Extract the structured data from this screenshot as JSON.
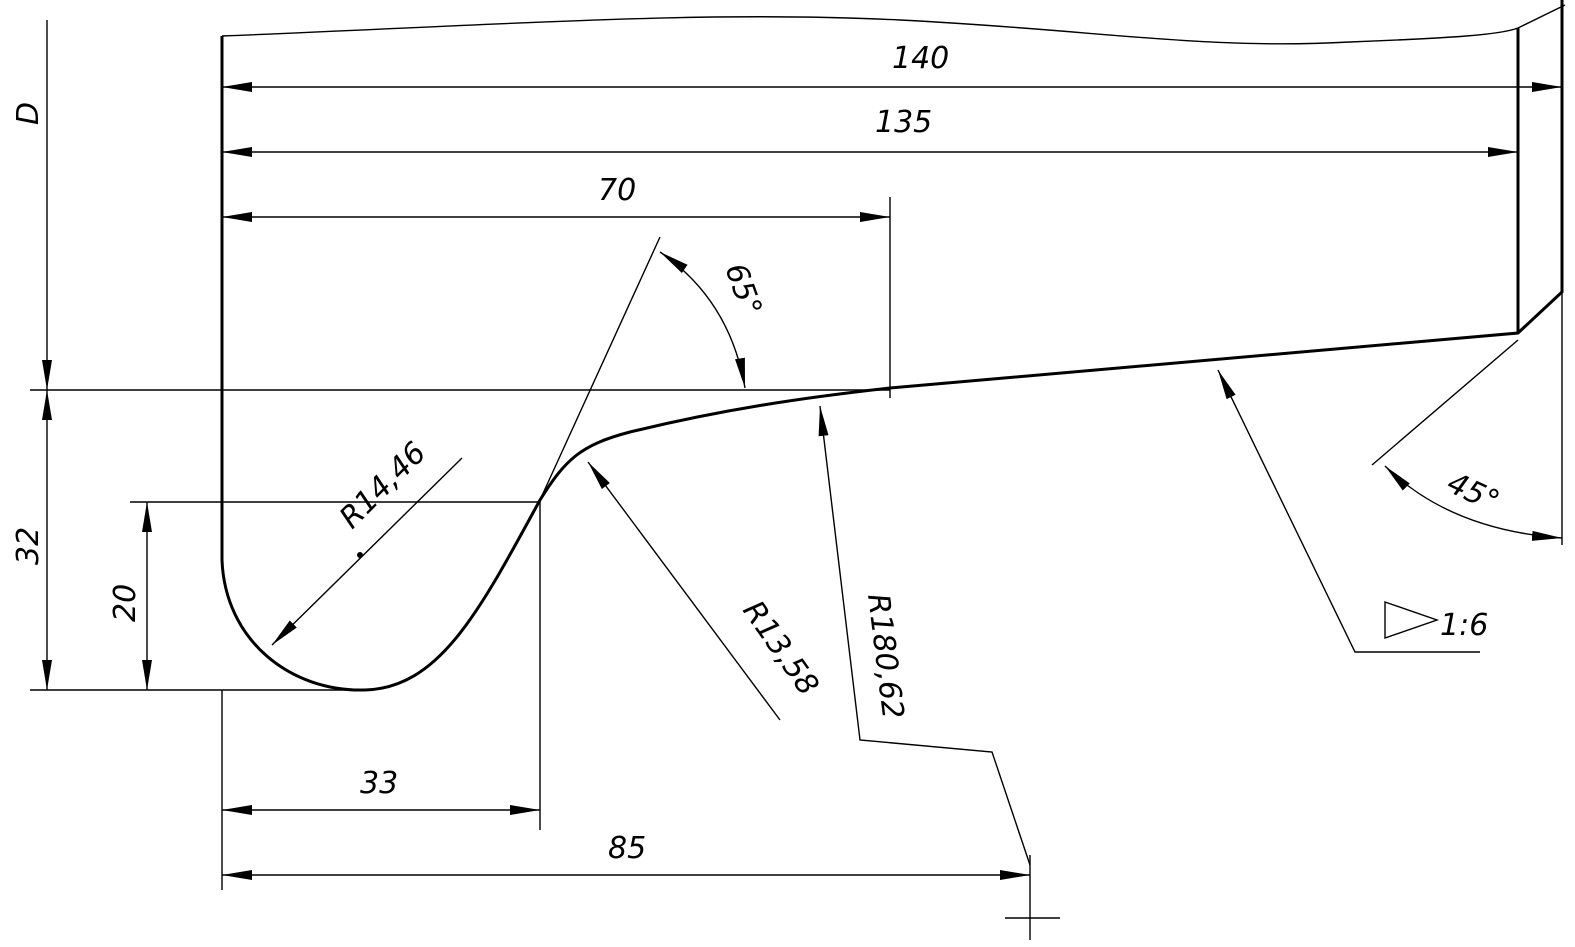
{
  "dimensions": {
    "d140": "140",
    "d135": "135",
    "d70": "70",
    "d33": "33",
    "d85": "85",
    "dD": "D",
    "d32": "32",
    "d20": "20",
    "angle65": "65°",
    "angle45": "45°",
    "r1446": "R14,46",
    "r1358": "R13,58",
    "r18062": "R180,62",
    "taper": "1:6"
  }
}
